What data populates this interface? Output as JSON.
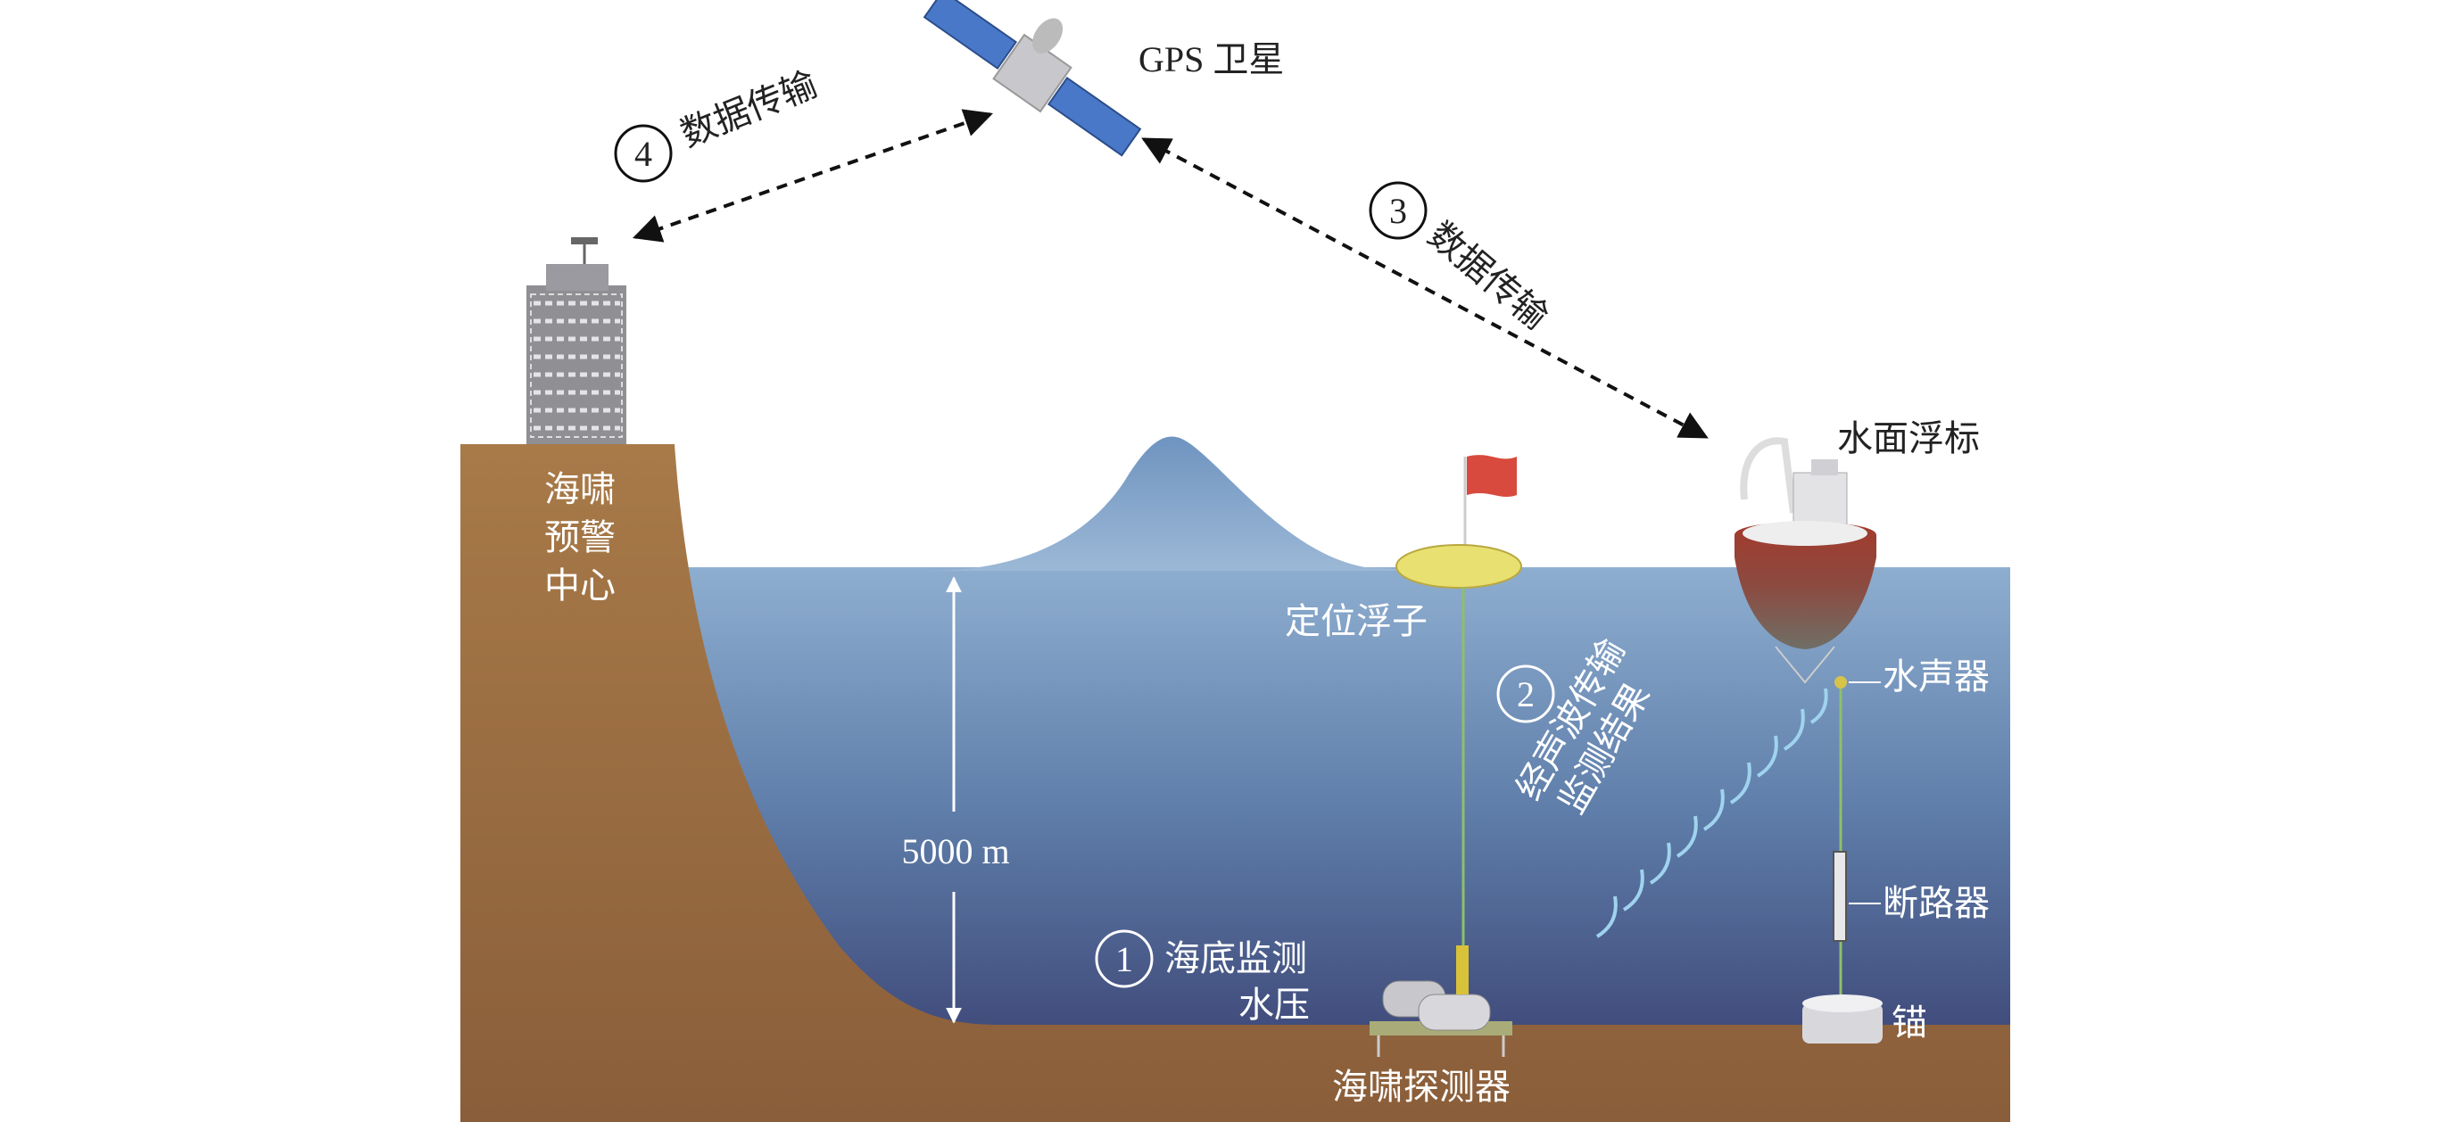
{
  "labels": {
    "satellite": "GPS 卫星",
    "data_transfer_4": "数据传输",
    "data_transfer_3": "数据传输",
    "step4": "4",
    "step3": "3",
    "step2": "2",
    "step1": "1",
    "warning_center_1": "海啸",
    "warning_center_2": "预警",
    "warning_center_3": "中心",
    "surface_buoy": "水面浮标",
    "positioning_float": "定位浮子",
    "acoustic_1": "经声波传输",
    "acoustic_2": "监测结果",
    "hydrophone": "水声器",
    "depth": "5000 m",
    "seafloor_1": "海底监测",
    "seafloor_2": "水压",
    "breaker": "断路器",
    "anchor": "锚",
    "detector": "海啸探测器"
  },
  "colors": {
    "ground": "#9a6a3e",
    "water_top": "#8eaed0",
    "water_bottom": "#3e4878",
    "buoy_red": "#a33a2c"
  }
}
